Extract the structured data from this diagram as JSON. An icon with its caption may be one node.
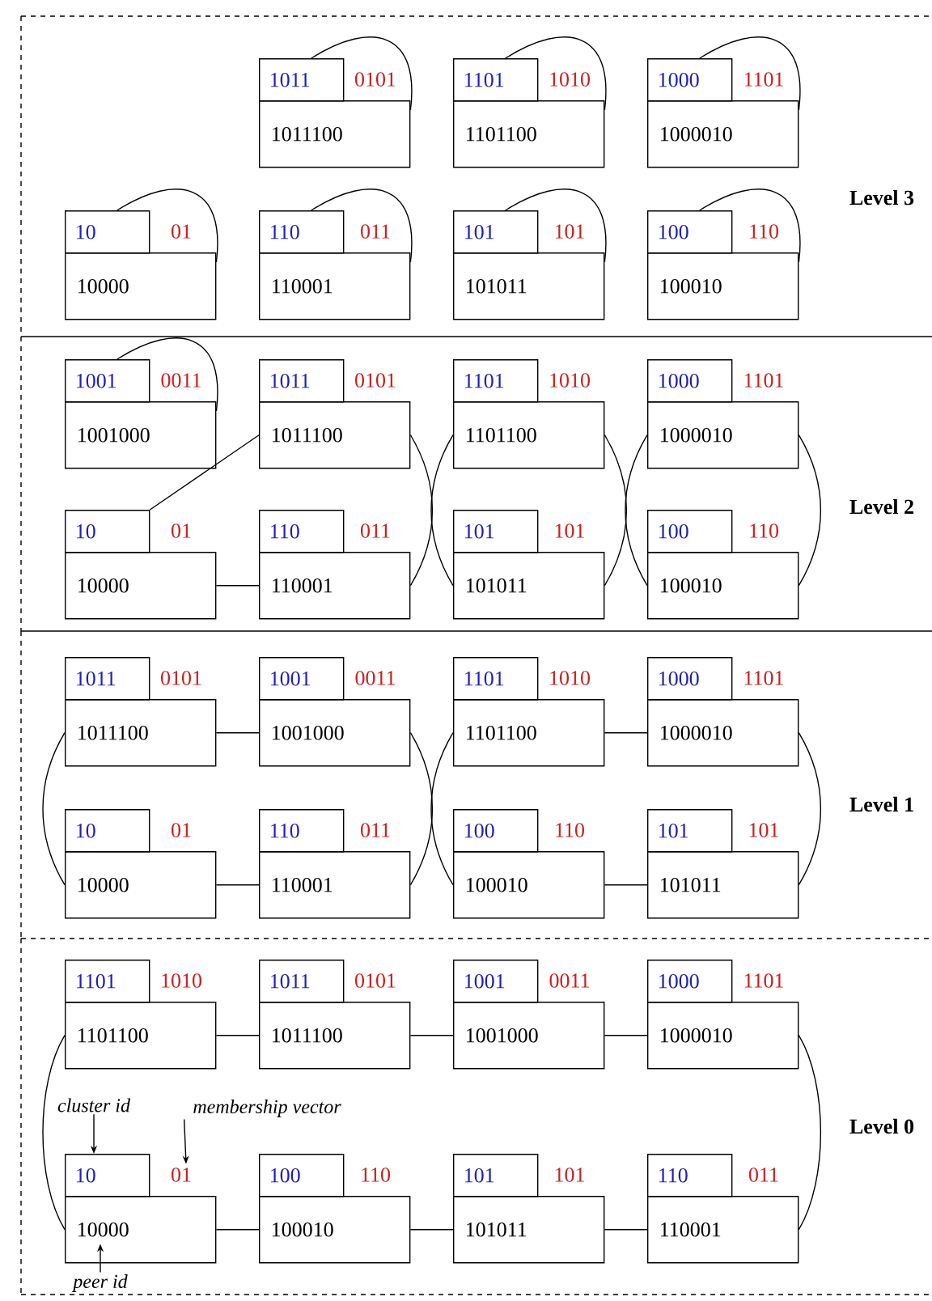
{
  "diagram": {
    "nodes": [
      {
        "text": [
          "Level 3"
        ]
      },
      {
        "text": [
          "1011",
          "0101",
          "1011100"
        ],
        "in": 0
      },
      {
        "text": [
          "1101",
          "1010",
          "1101100"
        ],
        "in": 0
      },
      {
        "text": [
          "1000",
          "1101",
          "1000010"
        ],
        "in": 0
      },
      {
        "text": [
          "10",
          "01",
          "10000"
        ],
        "in": 0
      },
      {
        "text": [
          "110",
          "011",
          "110001"
        ],
        "in": 0
      },
      {
        "text": [
          "101",
          "101",
          "101011"
        ],
        "in": 0
      },
      {
        "text": [
          "100",
          "110",
          "100010"
        ],
        "in": 0
      },
      {
        "text": [
          "Level 2"
        ]
      },
      {
        "text": [
          "1001",
          "0011",
          "1001000"
        ],
        "in": 8
      },
      {
        "text": [
          "1011",
          "0101",
          "1011100"
        ],
        "in": 8
      },
      {
        "text": [
          "1101",
          "1010",
          "1101100"
        ],
        "in": 8
      },
      {
        "text": [
          "1000",
          "1101",
          "1000010"
        ],
        "in": 8
      },
      {
        "text": [
          "10",
          "01",
          "10000"
        ],
        "in": 8
      },
      {
        "text": [
          "110",
          "011",
          "110001"
        ],
        "in": 8
      },
      {
        "text": [
          "101",
          "101",
          "101011"
        ],
        "in": 8
      },
      {
        "text": [
          "100",
          "110",
          "100010"
        ],
        "in": 8
      },
      {
        "text": [
          "Level 1"
        ]
      },
      {
        "text": [
          "1011",
          "0101",
          "1011100"
        ],
        "in": 17
      },
      {
        "text": [
          "1001",
          "0011",
          "1001000"
        ],
        "in": 17
      },
      {
        "text": [
          "1101",
          "1010",
          "1101100"
        ],
        "in": 17
      },
      {
        "text": [
          "1000",
          "1101",
          "1000010"
        ],
        "in": 17
      },
      {
        "text": [
          "10",
          "01",
          "10000"
        ],
        "in": 17
      },
      {
        "text": [
          "110",
          "011",
          "110001"
        ],
        "in": 17
      },
      {
        "text": [
          "100",
          "110",
          "100010"
        ],
        "in": 17
      },
      {
        "text": [
          "101",
          "101",
          "101011"
        ],
        "in": 17
      },
      {
        "text": [
          "Level 0"
        ]
      },
      {
        "text": [
          "1101",
          "1010",
          "1101100"
        ],
        "in": 26
      },
      {
        "text": [
          "1011",
          "0101",
          "1011100"
        ],
        "in": 26
      },
      {
        "text": [
          "1001",
          "0011",
          "1001000"
        ],
        "in": 26
      },
      {
        "text": [
          "1000",
          "1101",
          "1000010"
        ],
        "in": 26
      },
      {
        "text": [
          "10",
          "01",
          "10000"
        ],
        "in": 26
      },
      {
        "text": [
          "100",
          "110",
          "100010"
        ],
        "in": 26
      },
      {
        "text": [
          "101",
          "101",
          "101011"
        ],
        "in": 26
      },
      {
        "text": [
          "110",
          "011",
          "110001"
        ],
        "in": 26
      },
      {
        "text": [
          "cluster id"
        ],
        "in": 26
      },
      {
        "text": [
          "membership vector"
        ],
        "in": 26
      },
      {
        "text": [
          "peer id"
        ],
        "in": 26
      }
    ],
    "edges": [
      {
        "from": 1,
        "to": 1,
        "arrow": "none"
      },
      {
        "from": 2,
        "to": 2,
        "arrow": "none"
      },
      {
        "from": 3,
        "to": 3,
        "arrow": "none"
      },
      {
        "from": 4,
        "to": 4,
        "arrow": "none"
      },
      {
        "from": 5,
        "to": 5,
        "arrow": "none"
      },
      {
        "from": 6,
        "to": 6,
        "arrow": "none"
      },
      {
        "from": 7,
        "to": 7,
        "arrow": "none"
      },
      {
        "from": 9,
        "to": 9,
        "arrow": "none"
      },
      {
        "from": 10,
        "to": 13,
        "arrow": "none"
      },
      {
        "from": 13,
        "to": 14,
        "arrow": "none"
      },
      {
        "from": 10,
        "to": 14,
        "arrow": "none"
      },
      {
        "from": 11,
        "to": 15,
        "arrow": "none"
      },
      {
        "from": 11,
        "to": 15,
        "arrow": "none"
      },
      {
        "from": 12,
        "to": 16,
        "arrow": "none"
      },
      {
        "from": 12,
        "to": 16,
        "arrow": "none"
      },
      {
        "from": 18,
        "to": 19,
        "arrow": "none"
      },
      {
        "from": 19,
        "to": 23,
        "arrow": "none"
      },
      {
        "from": 22,
        "to": 23,
        "arrow": "none"
      },
      {
        "from": 18,
        "to": 22,
        "arrow": "none"
      },
      {
        "from": 20,
        "to": 21,
        "arrow": "none"
      },
      {
        "from": 21,
        "to": 25,
        "arrow": "none"
      },
      {
        "from": 24,
        "to": 25,
        "arrow": "none"
      },
      {
        "from": 20,
        "to": 24,
        "arrow": "none"
      },
      {
        "from": 27,
        "to": 28,
        "arrow": "none"
      },
      {
        "from": 28,
        "to": 29,
        "arrow": "none"
      },
      {
        "from": 29,
        "to": 30,
        "arrow": "none"
      },
      {
        "from": 30,
        "to": 34,
        "arrow": "none"
      },
      {
        "from": 31,
        "to": 32,
        "arrow": "none"
      },
      {
        "from": 32,
        "to": 33,
        "arrow": "none"
      },
      {
        "from": 33,
        "to": 34,
        "arrow": "none"
      },
      {
        "from": 27,
        "to": 31,
        "arrow": "none"
      },
      {
        "from": 35,
        "to": 31,
        "arrow": "to"
      },
      {
        "from": 36,
        "to": 31,
        "arrow": "to"
      },
      {
        "from": 37,
        "to": 31,
        "arrow": "to"
      }
    ]
  }
}
